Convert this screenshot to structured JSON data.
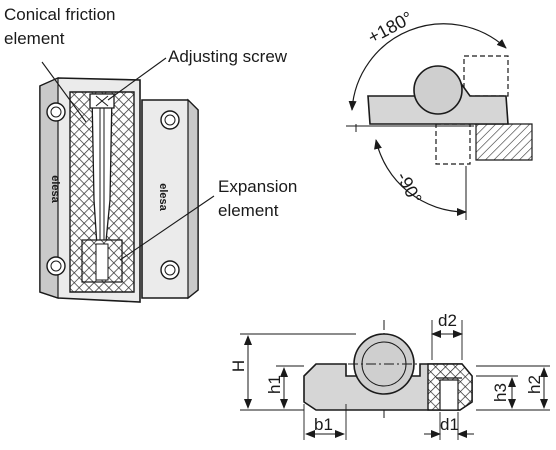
{
  "callouts": {
    "conical_line1": "Conical friction",
    "conical_line2": "element",
    "adjusting_screw": "Adjusting screw",
    "expansion_line1": "Expansion",
    "expansion_line2": "element"
  },
  "rotation": {
    "positive_angle": "+180°",
    "negative_angle": "-90°"
  },
  "dimensions": {
    "H": "H",
    "h1": "h1",
    "h2": "h2",
    "h3": "h3",
    "b1": "b1",
    "d1": "d1",
    "d2": "d2"
  },
  "body_logo_text": "elesa",
  "colors": {
    "line": "#1a1a1a",
    "body_fill": "#d6d6d6",
    "circle_fill": "#cfcfcf",
    "hatch": "#2a2a2a"
  }
}
